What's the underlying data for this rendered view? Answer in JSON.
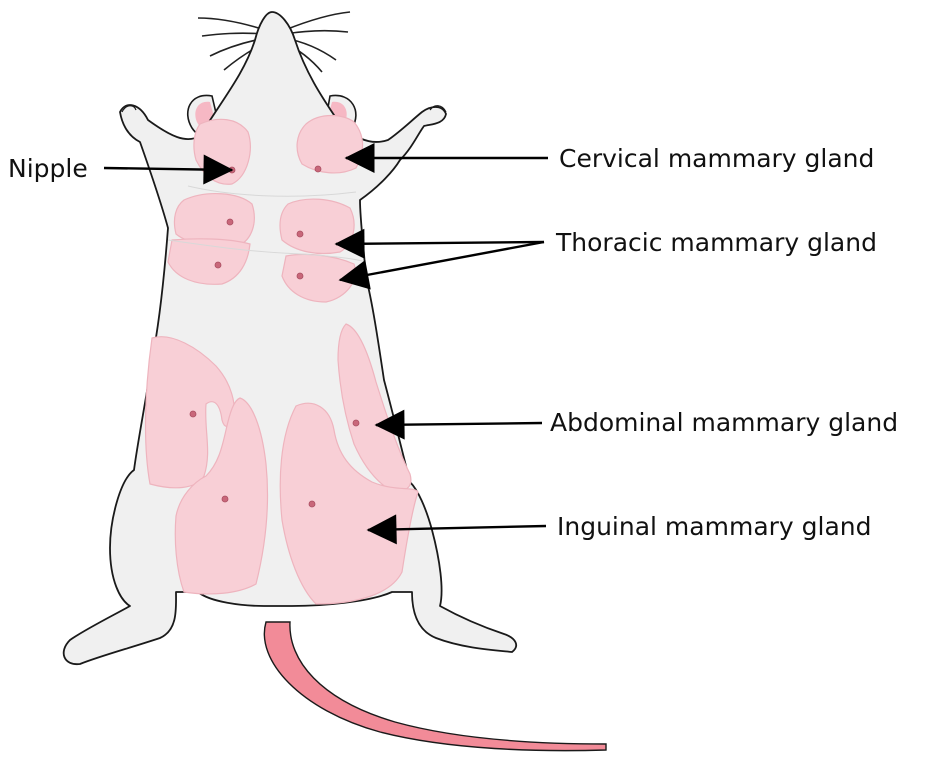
{
  "labels": {
    "nipple": "Nipple",
    "cervical": "Cervical mammary gland",
    "thoracic": "Thoracic mammary gland",
    "abdominal": "Abdominal mammary gland",
    "inguinal": "Inguinal mammary gland"
  },
  "colors": {
    "body_fill": "#f0f0f0",
    "outline": "#1a1a1a",
    "gland_fill": "#f8cfd6",
    "gland_edge": "#eeb4be",
    "nipple": "#c9677a",
    "tail": "#f28b98",
    "ear_inner": "#f6b8c4",
    "arrow": "#000000"
  }
}
